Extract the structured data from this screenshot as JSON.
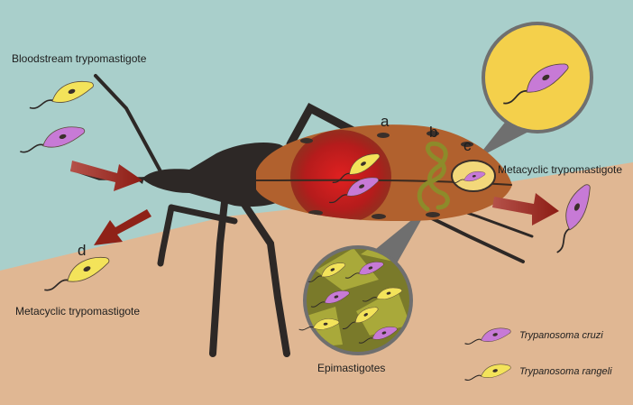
{
  "labels": {
    "bloodstream": "Bloodstream trypomastigote",
    "metacyclic_left": "Metacyclic trypomastigote",
    "metacyclic_right": "Metacyclic trypomastigote",
    "epimastigotes": "Epimastigotes",
    "a": "a",
    "b": "b",
    "c": "c",
    "d": "d"
  },
  "legend": [
    {
      "name": "Trypanosoma cruzi",
      "color": "#c77ad6"
    },
    {
      "name": "Trypanosoma rangeli",
      "color": "#f3e35a"
    }
  ],
  "colors": {
    "sky": "#a9cfcb",
    "skin": "#e0b793",
    "bug_body": "#2d2826",
    "abdomen": "#b1612e",
    "gut_red": "#b11e1e",
    "arrow": "#9b2a20",
    "zoom_yellow": "#f4d04b",
    "zoom_olive": "#7a7a2a"
  }
}
